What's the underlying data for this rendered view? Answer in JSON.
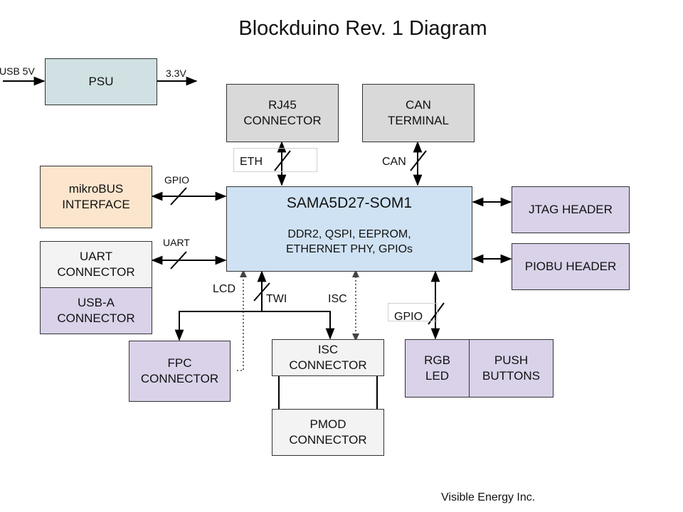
{
  "title": "Blockduino Rev. 1 Diagram",
  "footer": "Visible Energy Inc.",
  "boxes": {
    "psu": "PSU",
    "rj45": "RJ45\nCONNECTOR",
    "can": "CAN\nTERMINAL",
    "mikrobus": "mikroBUS\nINTERFACE",
    "som_title": "SAMA5D27-SOM1",
    "som_sub": "DDR2, QSPI, EEPROM,\nETHERNET PHY, GPIOs",
    "jtag": "JTAG HEADER",
    "piobu": "PIOBU HEADER",
    "uart": "UART\nCONNECTOR",
    "usba": "USB-A\nCONNECTOR",
    "fpc": "FPC\nCONNECTOR",
    "isc": "ISC\nCONNECTOR",
    "pmod": "PMOD\nCONNECTOR",
    "rgb": "RGB\nLED",
    "push": "PUSH\nBUTTONS"
  },
  "labels": {
    "usb5v": "USB 5V",
    "v33": "3.3V",
    "eth": "ETH",
    "can": "CAN",
    "gpio_left": "GPIO",
    "uart": "UART",
    "lcd": "LCD",
    "twi": "TWI",
    "isc": "ISC",
    "gpio_bottom": "GPIO"
  },
  "colors": {
    "som": "#cfe2f3",
    "peripheral_purple": "#d9d2e9",
    "terminal_gray": "#d9d9d9",
    "mikrobus_peach": "#fce5cd",
    "psu_teal": "#d0e0e3"
  }
}
